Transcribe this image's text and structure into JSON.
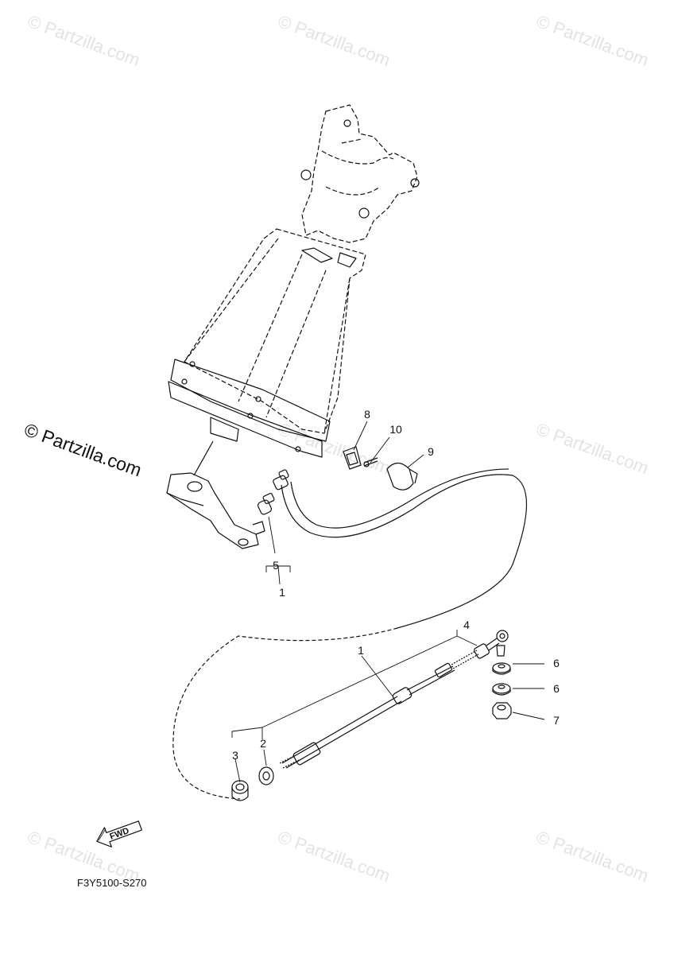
{
  "watermark": {
    "text": "© Partzilla.com",
    "main_text": "© Partzilla.com"
  },
  "diagram_code": "F3Y5100-S270",
  "fwd_label": "FWD",
  "callouts": {
    "c1_top": "1",
    "c1_mid": "1",
    "c2": "2",
    "c3": "3",
    "c4": "4",
    "c5": "5",
    "c6a": "6",
    "c6b": "6",
    "c7": "7",
    "c8": "8",
    "c9": "9",
    "c10": "10"
  },
  "colors": {
    "line": "#111111",
    "watermark": "#e3e3e3"
  }
}
